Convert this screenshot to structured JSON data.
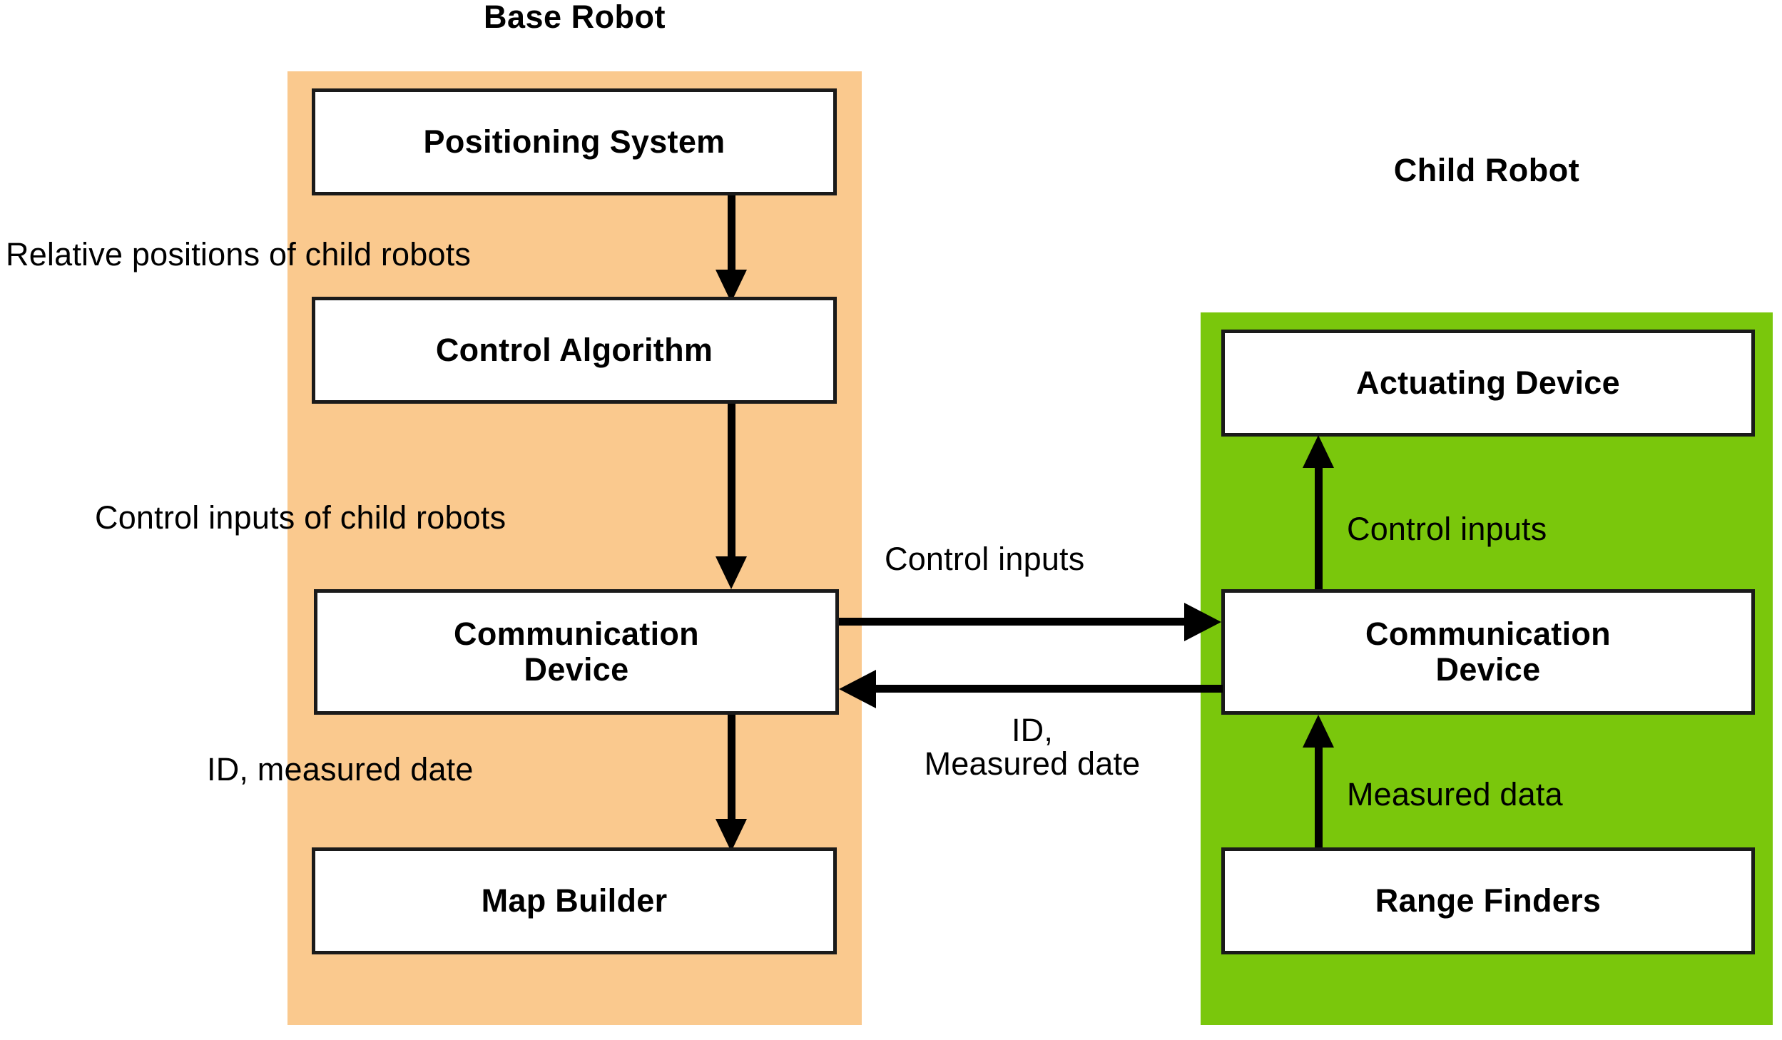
{
  "diagram": {
    "title": "Base Robot / Child Robot system architecture",
    "colors": {
      "base_panel": "#FAC98E",
      "child_panel": "#7AC70C",
      "node_fill": "#FFFFFF",
      "node_border": "#1A1A1A",
      "arrow": "#000000",
      "text": "#000000"
    },
    "groups": [
      {
        "id": "base-robot",
        "title": "Base Robot",
        "nodes": [
          "Positioning System",
          "Control Algorithm",
          "Communication Device",
          "Map Builder"
        ]
      },
      {
        "id": "child-robot",
        "title": "Child Robot",
        "nodes": [
          "Actuating Device",
          "Communication Device",
          "Range Finders"
        ]
      }
    ],
    "base": {
      "title": "Base Robot",
      "positioning_system": "Positioning System",
      "control_algorithm": "Control Algorithm",
      "communication_device_line1": "Communication",
      "communication_device_line2": "Device",
      "map_builder": "Map Builder"
    },
    "child": {
      "title": "Child Robot",
      "actuating_device": "Actuating Device",
      "communication_device_line1": "Communication",
      "communication_device_line2": "Device",
      "range_finders": "Range Finders"
    },
    "edge_labels": {
      "relative_positions": "Relative positions of child robots",
      "control_inputs_of_child_robots": "Control inputs of child robots",
      "id_measured_date_base": "ID, measured date",
      "control_inputs_link": "Control inputs",
      "id_measured_date_link_line1": "ID,",
      "id_measured_date_link_line2": "Measured date",
      "control_inputs_actuate": "Control inputs",
      "measured_data": "Measured data"
    },
    "edges": [
      {
        "from": "Positioning System",
        "to": "Control Algorithm",
        "label": "Relative positions of child robots",
        "direction": "down"
      },
      {
        "from": "Control Algorithm",
        "to": "Communication Device (Base)",
        "label": "Control inputs of child robots",
        "direction": "down"
      },
      {
        "from": "Communication Device (Base)",
        "to": "Map Builder",
        "label": "ID, measured date",
        "direction": "down"
      },
      {
        "from": "Communication Device (Base)",
        "to": "Communication Device (Child)",
        "label": "Control inputs",
        "direction": "right"
      },
      {
        "from": "Communication Device (Child)",
        "to": "Communication Device (Base)",
        "label": "ID, Measured date",
        "direction": "left"
      },
      {
        "from": "Communication Device (Child)",
        "to": "Actuating Device",
        "label": "Control inputs",
        "direction": "up"
      },
      {
        "from": "Range Finders",
        "to": "Communication Device (Child)",
        "label": "Measured data",
        "direction": "up"
      }
    ]
  }
}
